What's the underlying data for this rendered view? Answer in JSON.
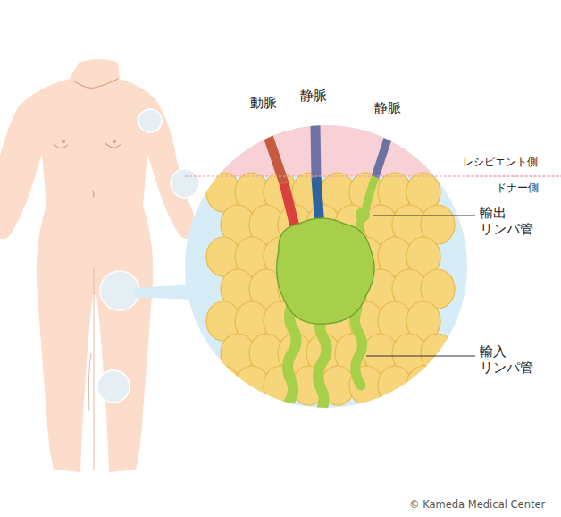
{
  "diagram": {
    "labels": [
      "動脈",
      "静脈",
      "静脈",
      "レシピエント側",
      "ドナー側",
      "輸出 リンパ管",
      "輸入 リンパ管",
      "© Kameda Medical Center"
    ]
  }
}
